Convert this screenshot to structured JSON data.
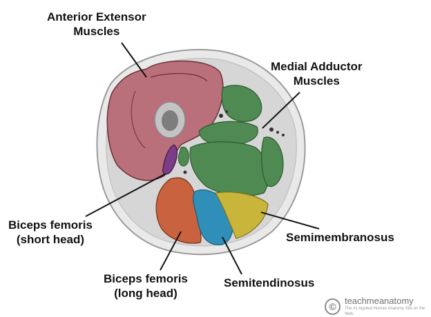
{
  "labels": {
    "anterior": [
      "Anterior Extensor",
      "Muscles"
    ],
    "medial": [
      "Medial Adductor",
      "Muscles"
    ],
    "biceps_short": [
      "Biceps femoris",
      "(short head)"
    ],
    "biceps_long": [
      "Biceps femoris",
      "(long head)"
    ],
    "semimembranosus": "Semimembranosus",
    "semitendinosus": "Semitendinosus"
  },
  "watermark": {
    "logo": "©",
    "name": "teachmeanatomy",
    "tagline": "The #1 Applied Human Anatomy Site on the Web."
  },
  "colors": {
    "skin": "#e9e9e9",
    "fascia": "#d6d6d6",
    "anterior": "#b9707a",
    "medial": "#4f8a52",
    "biceps_short": "#7a3d86",
    "biceps_long": "#c9623e",
    "semitendinosus": "#2f8fb8",
    "semimembranosus": "#c8b53a",
    "bone": "#c4c4c4",
    "marrow": "#7d7d7d"
  }
}
